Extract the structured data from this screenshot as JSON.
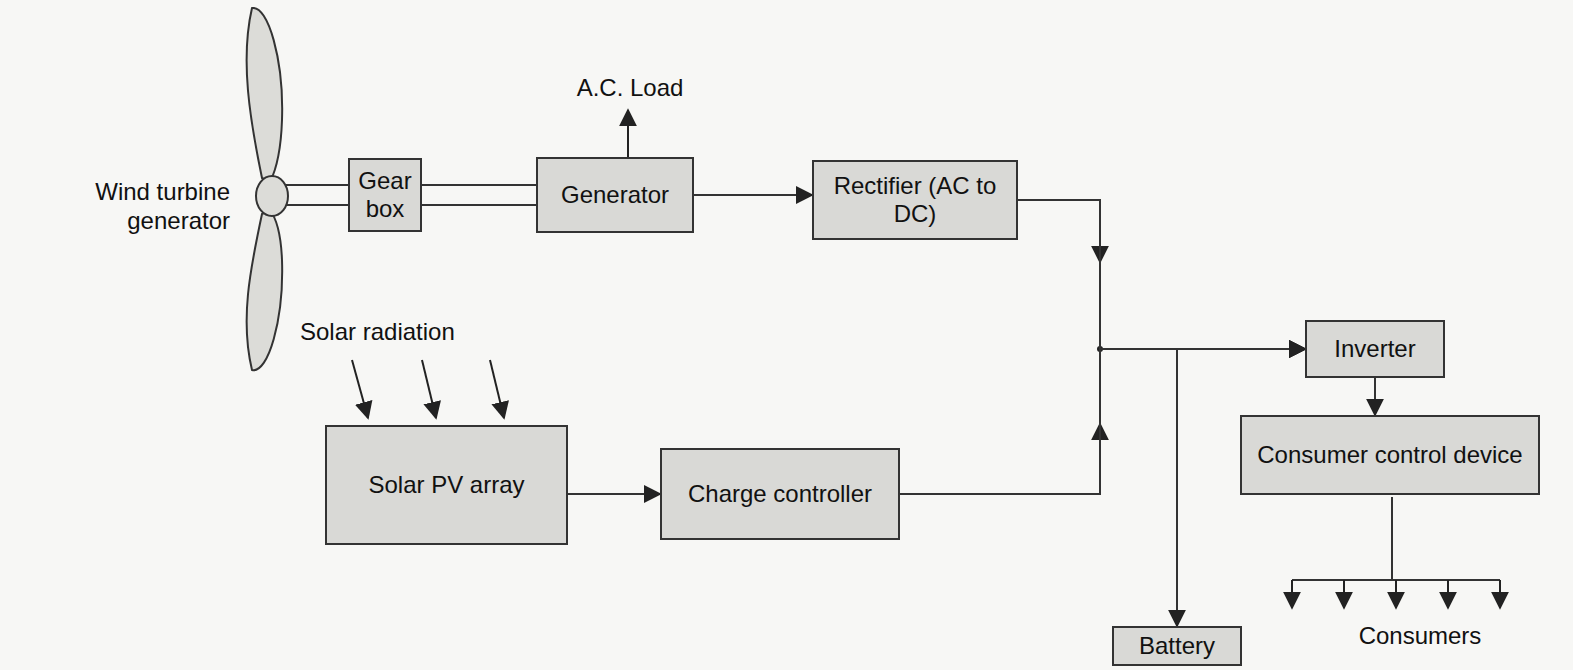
{
  "diagram": {
    "nodes": [
      {
        "text": [
          "Gear box"
        ]
      },
      {
        "text": [
          "Generator"
        ]
      },
      {
        "text": [
          "Rectifier (AC to DC)"
        ]
      },
      {
        "text": [
          "Solar PV array"
        ]
      },
      {
        "text": [
          "Charge controller"
        ]
      },
      {
        "text": [
          "Inverter"
        ]
      },
      {
        "text": [
          "Consumer control device"
        ]
      },
      {
        "text": [
          "Battery"
        ]
      }
    ],
    "edges": [
      {
        "from": 0,
        "to": 1,
        "arrow": "none"
      },
      {
        "from": 1,
        "to": 2,
        "arrow": "to"
      },
      {
        "from": 3,
        "to": 4,
        "arrow": "to"
      },
      {
        "from": 2,
        "to": 5,
        "arrow": "to"
      },
      {
        "from": 4,
        "to": 5,
        "arrow": "to"
      },
      {
        "from": 7,
        "to": 5,
        "arrow": "both"
      },
      {
        "from": 5,
        "to": 6,
        "arrow": "to"
      }
    ],
    "labels": [
      "Wind turbine generator",
      "A.C. Load",
      "Solar radiation",
      "Consumers"
    ]
  }
}
